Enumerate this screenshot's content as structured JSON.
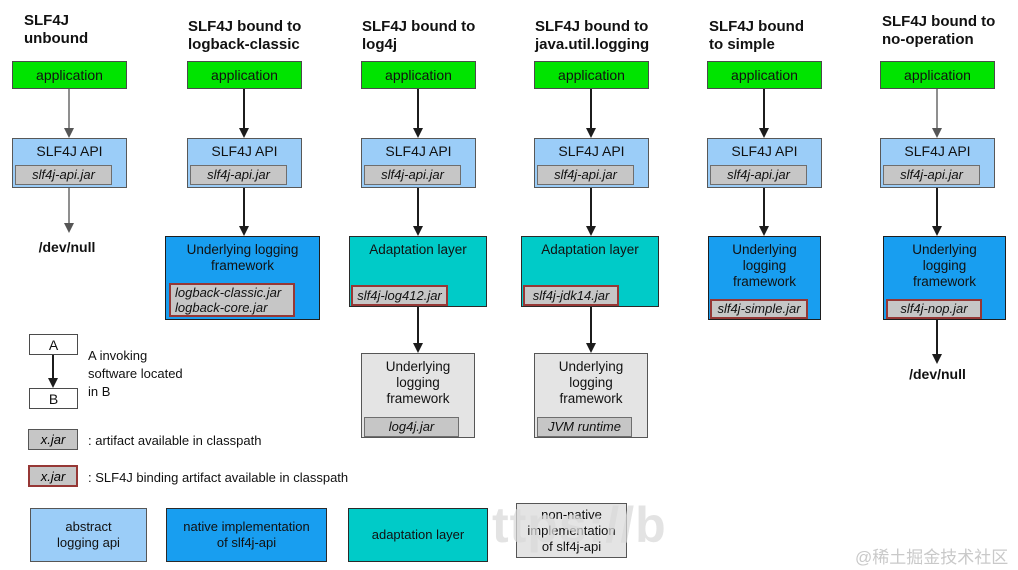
{
  "colors": {
    "green": "#00e400",
    "light-blue": "#9bcdf8",
    "blue": "#189ef0",
    "teal": "#00cbc8",
    "gray-jar": "#c6c6c6",
    "light-gray": "#e4e4e4",
    "binding-border": "#963735",
    "arrow-dark": "#1c1c1c",
    "arrow-gray": "#8f8f8f",
    "watermark": "#d9d9d9",
    "watermark-text": "#c9c9c9"
  },
  "columns": [
    {
      "title": "SLF4J\nunbound",
      "application_label": "application",
      "api_label": "SLF4J API",
      "api_jar": "slf4j-api.jar",
      "terminal": "/dev/null"
    },
    {
      "title": "SLF4J bound to\nlogback-classic",
      "application_label": "application",
      "api_label": "SLF4J API",
      "api_jar": "slf4j-api.jar",
      "framework_label": "Underlying logging\nframework",
      "framework_jar": "logback-classic.jar\nlogback-core.jar"
    },
    {
      "title": "SLF4J bound to\nlog4j",
      "application_label": "application",
      "api_label": "SLF4J API",
      "api_jar": "slf4j-api.jar",
      "adaptation_label": "Adaptation layer",
      "adaptation_jar": "slf4j-log412.jar",
      "framework_label": "Underlying\nlogging\nframework",
      "framework_jar": "log4j.jar"
    },
    {
      "title": "SLF4J bound to\njava.util.logging",
      "application_label": "application",
      "api_label": "SLF4J API",
      "api_jar": "slf4j-api.jar",
      "adaptation_label": "Adaptation layer",
      "adaptation_jar": "slf4j-jdk14.jar",
      "framework_label": "Underlying\nlogging\nframework",
      "framework_jar": "JVM runtime"
    },
    {
      "title": "SLF4J bound\nto simple",
      "application_label": "application",
      "api_label": "SLF4J API",
      "api_jar": "slf4j-api.jar",
      "framework_label": "Underlying\nlogging\nframework",
      "framework_jar": "slf4j-simple.jar"
    },
    {
      "title": "SLF4J bound to\nno-operation",
      "application_label": "application",
      "api_label": "SLF4J API",
      "api_jar": "slf4j-api.jar",
      "framework_label": "Underlying\nlogging\nframework",
      "framework_jar": "slf4j-nop.jar",
      "terminal": "/dev/null"
    }
  ],
  "legend": {
    "a_label": "A",
    "b_label": "B",
    "invoke_text": "A invoking\nsoftware located\nin B",
    "jar_label": "x.jar",
    "artifact_text": ": artifact available in classpath",
    "binding_jar_label": "x.jar",
    "binding_text": ": SLF4J binding artifact available in classpath",
    "key_boxes": [
      {
        "label": "abstract\nlogging api"
      },
      {
        "label": "native implementation\nof slf4j-api"
      },
      {
        "label": "adaptation layer"
      },
      {
        "label": "non-native\nimplementation\nof slf4j-api"
      }
    ]
  },
  "watermarks": {
    "fragment": "ttps://b",
    "credit": "@稀土掘金技术社区"
  }
}
